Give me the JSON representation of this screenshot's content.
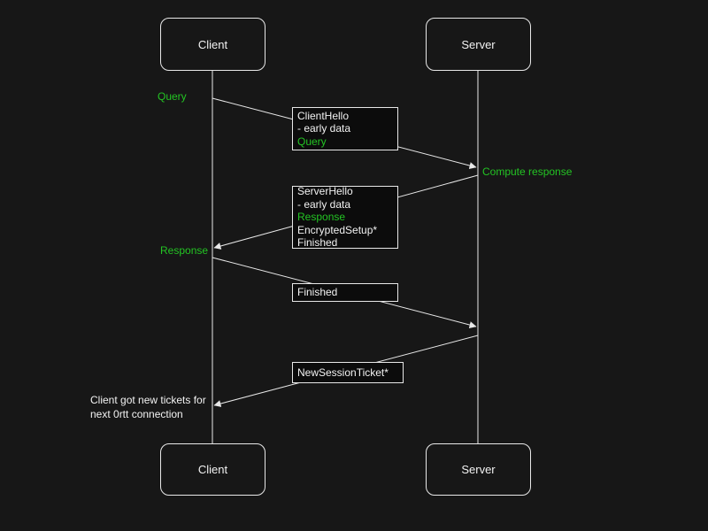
{
  "colors": {
    "background": "#171717",
    "box_fill": "#0c0c0c",
    "line": "#e8e8e8",
    "text": "#f2f2f2",
    "green": "#23c423"
  },
  "actors": {
    "client_top": "Client",
    "server_top": "Server",
    "client_bottom": "Client",
    "server_bottom": "Server"
  },
  "annotations": {
    "query": "Query",
    "compute_response": "Compute response",
    "response": "Response",
    "note_line1": "Client got new tickets for",
    "note_line2": "next 0rtt connection"
  },
  "messages": {
    "m1": {
      "l1": "ClientHello",
      "l2": "- early data",
      "l3": "Query"
    },
    "m2": {
      "l1": "ServerHello",
      "l2": "- early data",
      "l3": "Response",
      "l4": "EncryptedSetup*",
      "l5": "Finished"
    },
    "m3": {
      "l1": "Finished"
    },
    "m4": {
      "l1": "NewSessionTicket*"
    }
  }
}
